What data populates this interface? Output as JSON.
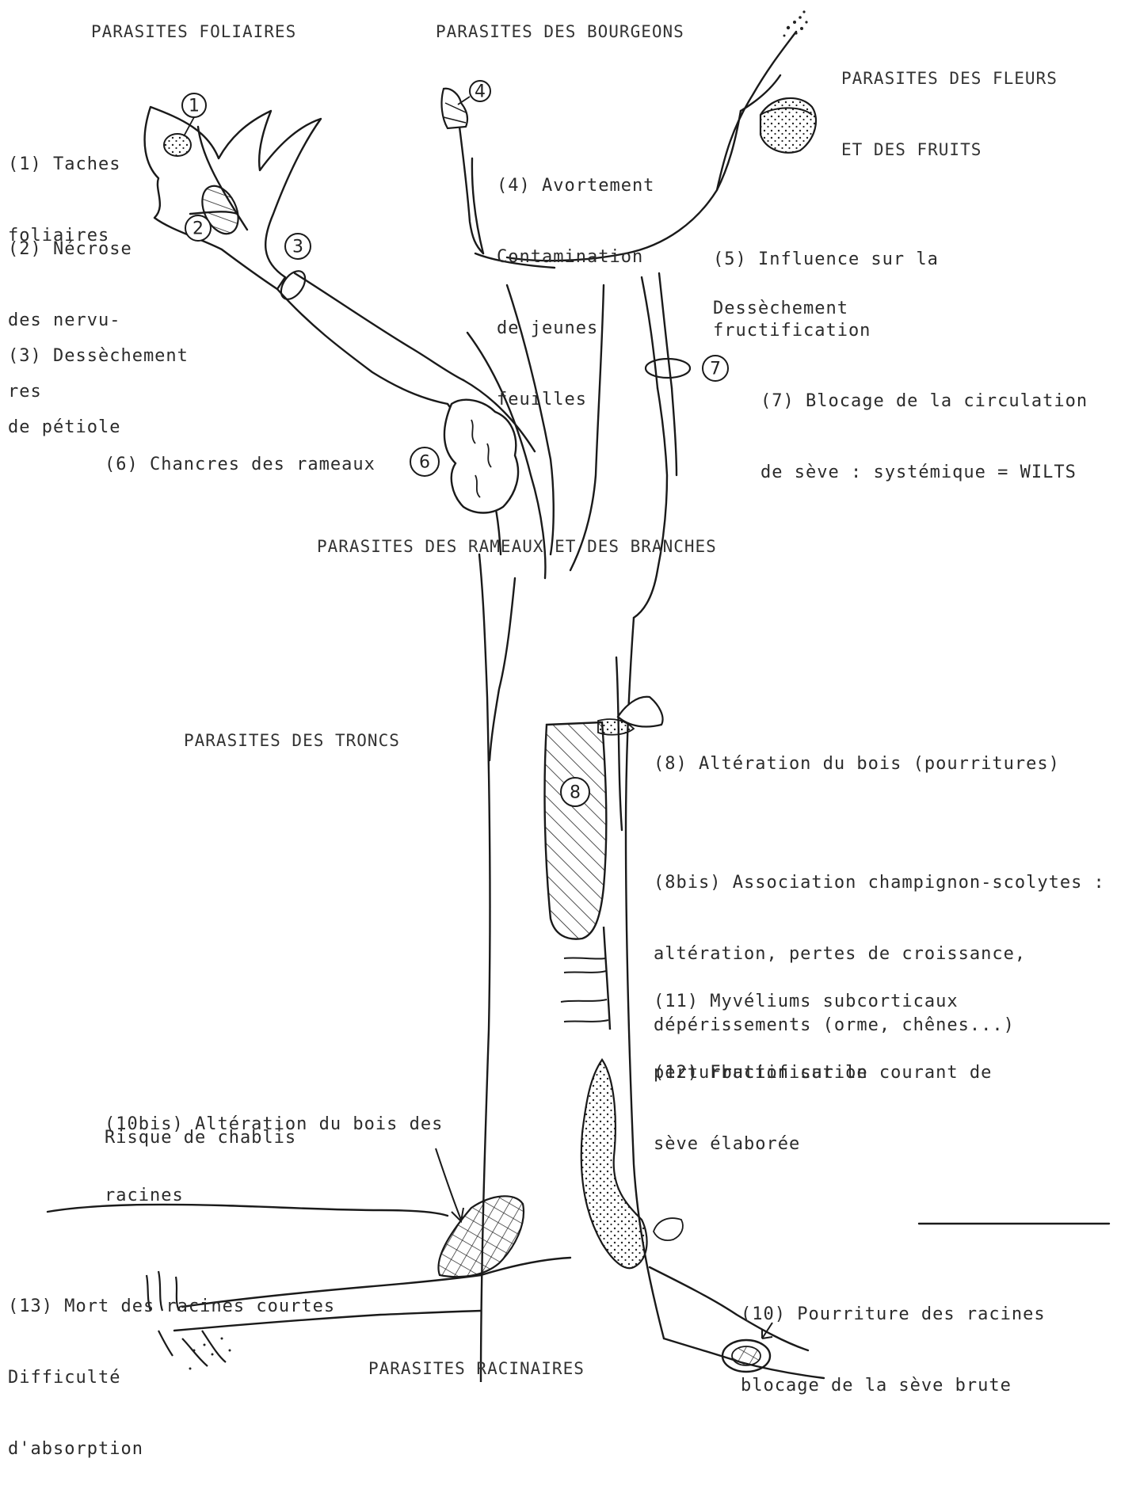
{
  "headers": {
    "leaf": "PARASITES FOLIAIRES",
    "bud": "PARASITES DES BOURGEONS",
    "flower_fruit": [
      "PARASITES DES FLEURS",
      "ET DES FRUITS"
    ],
    "branches": "PARASITES DES RAMEAUX ET DES BRANCHES",
    "trunk": "PARASITES DES TRONCS",
    "root": "PARASITES RACINAIRES"
  },
  "notes": {
    "n1": [
      "(1) Taches",
      "foliaires"
    ],
    "n2": [
      "(2) Nécrose",
      "des nervu-",
      "res"
    ],
    "n3": [
      "(3) Dessèchement",
      "de pétiole"
    ],
    "n4": [
      "(4) Avortement",
      "Contamination",
      "de jeunes",
      "feuilles"
    ],
    "n5": [
      "(5) Influence sur la",
      "fructification"
    ],
    "dessechement": "Dessèchement",
    "n7": [
      "(7) Blocage de la circulation",
      "de sève : systémique = WILTS"
    ],
    "n6": "(6) Chancres des rameaux",
    "n8": "(8) Altération du bois (pourritures)",
    "n8bis": [
      "(8bis) Association champignon-scolytes :",
      "altération, pertes de croissance,",
      "dépérissements (orme, chênes...)"
    ],
    "n11": [
      "(11) Myvéliums subcorticaux",
      "perturbation sur le courant de",
      "sève élaborée"
    ],
    "n12": "(12) Fructification",
    "n10bis": [
      "(10bis) Altération du bois des",
      "racines"
    ],
    "chablis": "Risque de chablis",
    "n13": [
      "(13) Mort des racines courtes",
      "Difficulté",
      "d'absorption"
    ],
    "n10": [
      "(10) Pourriture des racines",
      "blocage de la sève brute"
    ]
  },
  "markers": {
    "m1": "1",
    "m2": "2",
    "m3": "3",
    "m4": "4",
    "m6": "6",
    "m7": "7",
    "m8": "8"
  }
}
